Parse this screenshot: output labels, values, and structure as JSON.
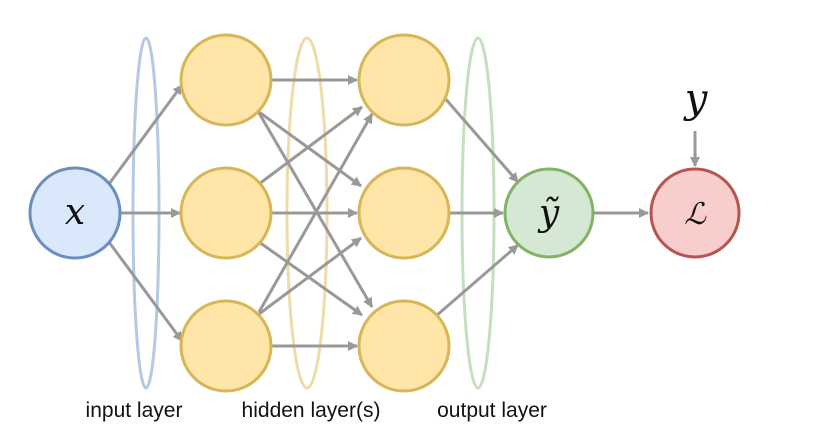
{
  "diagram": {
    "nodes": {
      "input": {
        "label": "x",
        "fill": "#dae8fc",
        "stroke": "#6c8ebf"
      },
      "hidden": {
        "fill": "#ffe6a8",
        "stroke": "#d6b656",
        "count_per_layer": 3,
        "layers": 2
      },
      "output": {
        "label": "ỹ",
        "fill": "#d5e8d4",
        "stroke": "#82b366"
      },
      "loss": {
        "label": "ℒ",
        "fill": "#f8cecc",
        "stroke": "#b85450"
      },
      "target": {
        "label": "y"
      }
    },
    "groups": {
      "input": {
        "label": "input layer",
        "stroke": "#b6c9e3"
      },
      "hidden": {
        "label": "hidden layer(s)",
        "stroke": "#eedba8"
      },
      "output": {
        "label": "output layer",
        "stroke": "#c5dfc0"
      }
    },
    "arrow_color": "#999999"
  }
}
